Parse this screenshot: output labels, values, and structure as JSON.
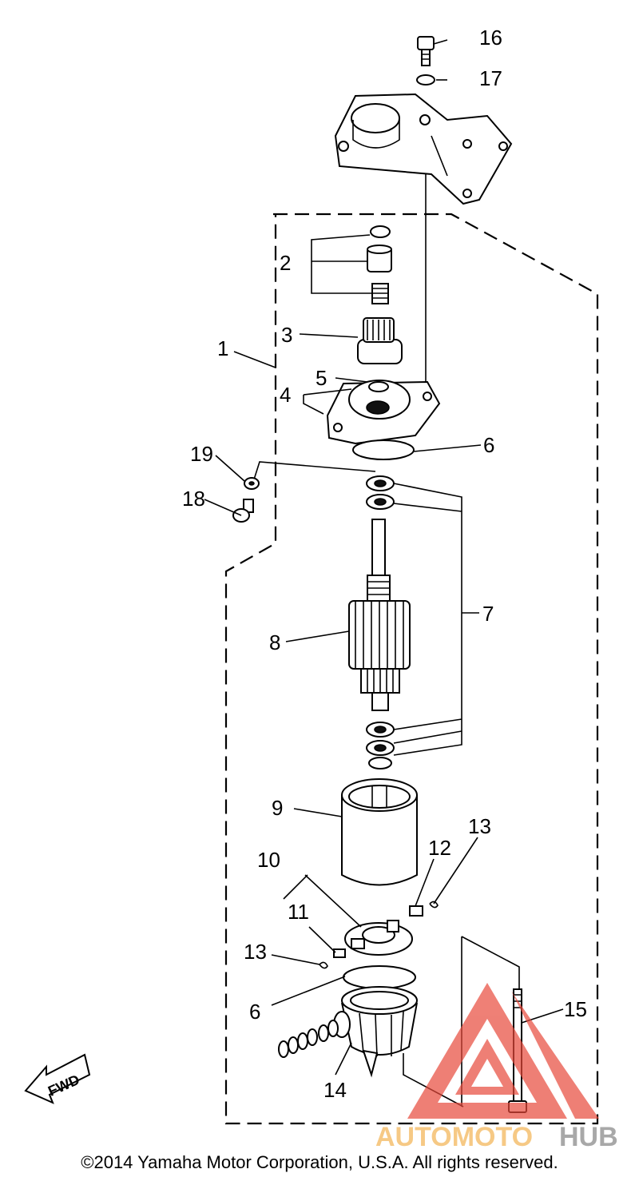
{
  "callouts": {
    "c1": "1",
    "c2": "2",
    "c3": "3",
    "c4": "4",
    "c5": "5",
    "c6a": "6",
    "c6b": "6",
    "c7": "7",
    "c8": "8",
    "c9": "9",
    "c10": "10",
    "c11": "11",
    "c12": "12",
    "c13a": "13",
    "c13b": "13",
    "c14": "14",
    "c15": "15",
    "c16": "16",
    "c17": "17",
    "c18": "18",
    "c19": "19"
  },
  "fwd_label": "FWD",
  "watermark": {
    "part1": "AUTOMOTO",
    "part2": "HUB",
    "color1": "#f5c070",
    "color2": "#9a9a9a",
    "logo_color": "#e84a3c"
  },
  "copyright": "©2014 Yamaha Motor Corporation, U.S.A. All rights reserved."
}
